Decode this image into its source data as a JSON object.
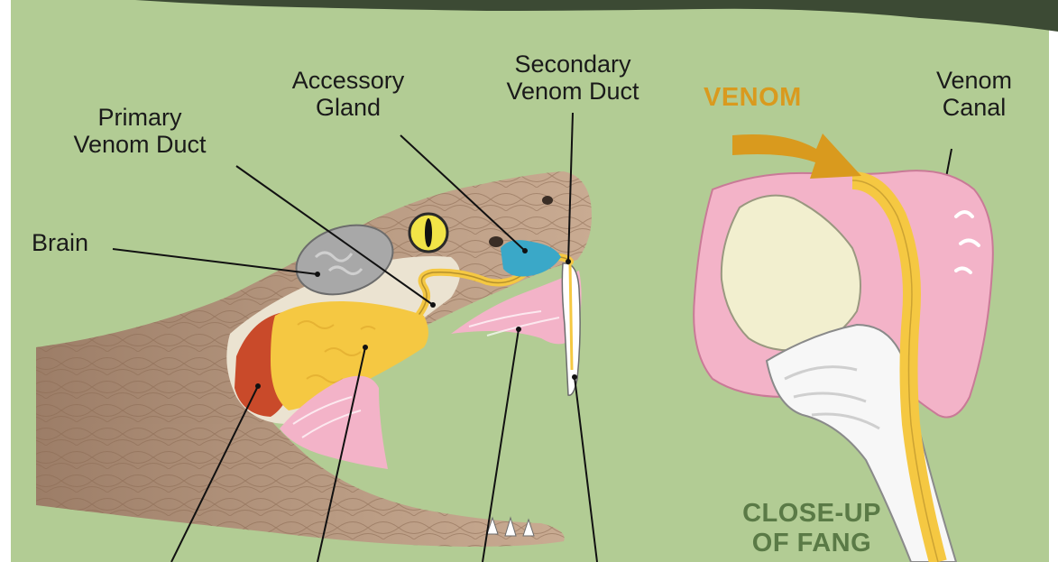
{
  "labels": {
    "secondary_venom_duct_line1": "Secondary",
    "secondary_venom_duct_line2": "Venom Duct",
    "accessory_gland_line1": "Accessory",
    "accessory_gland_line2": "Gland",
    "primary_venom_duct_line1": "Primary",
    "primary_venom_duct_line2": "Venom Duct",
    "brain": "Brain",
    "venom": "VENOM",
    "venom_canal_line1": "Venom",
    "venom_canal_line2": "Canal",
    "closeup_line1": "CLOSE-UP",
    "closeup_line2": "OF FANG"
  },
  "colors": {
    "background": "#b2cc94",
    "venom_gland": "#f5c842",
    "muscle": "#c94a2a",
    "accessory_gland": "#3aa8c8",
    "gum": "#f3b3c8",
    "venom_arrow": "#d99a1e",
    "brain": "#a8a8a8"
  }
}
